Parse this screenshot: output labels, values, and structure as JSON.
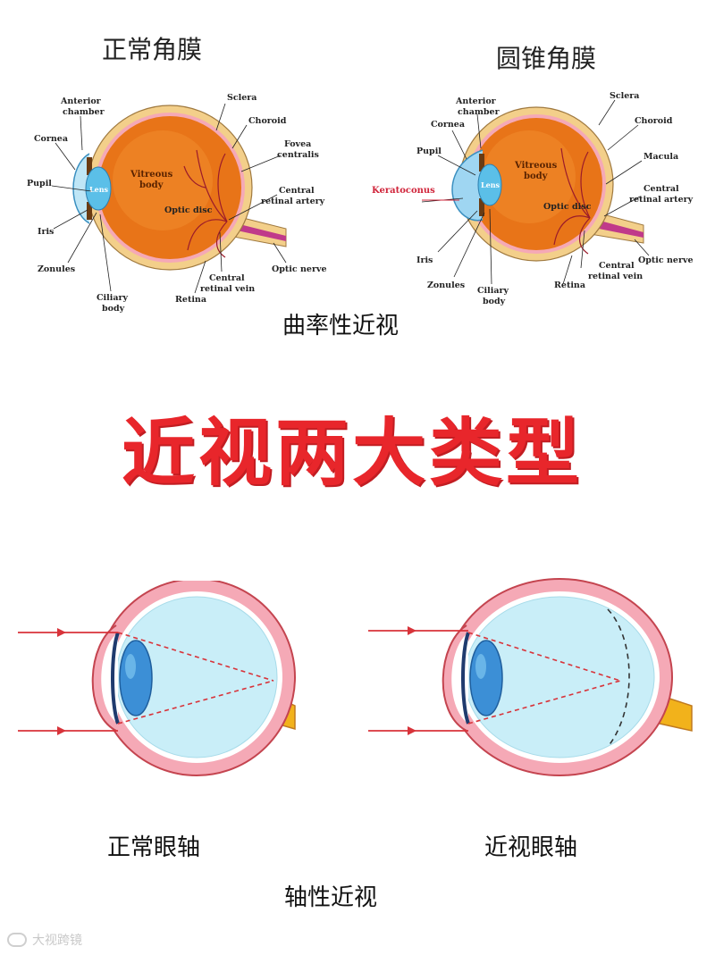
{
  "titles": {
    "normal_cornea": "正常角膜",
    "keratoconus_cornea": "圆锥角膜",
    "curvature_myopia": "曲率性近视",
    "main_title": "近视两大类型",
    "normal_axis": "正常眼轴",
    "myopic_axis": "近视眼轴",
    "axial_myopia": "轴性近视"
  },
  "eye_left": {
    "anterior_chamber_1": "Anterior",
    "anterior_chamber_2": "chamber",
    "cornea": "Cornea",
    "pupil": "Pupil",
    "iris": "Iris",
    "zonules": "Zonules",
    "ciliary_1": "Ciliary",
    "ciliary_2": "body",
    "lens": "Lens",
    "vitreous_1": "Vitreous",
    "vitreous_2": "body",
    "optic_disc": "Optic disc",
    "sclera": "Sclera",
    "choroid": "Choroid",
    "fovea_1": "Fovea",
    "fovea_2": "centralis",
    "artery_1": "Central",
    "artery_2": "retinal artery",
    "optic_nerve": "Optic nerve",
    "vein_1": "Central",
    "vein_2": "retinal vein",
    "retina": "Retina"
  },
  "eye_right": {
    "anterior_chamber_1": "Anterior",
    "anterior_chamber_2": "chamber",
    "cornea": "Cornea",
    "pupil": "Pupil",
    "keratoconus": "Keratoconus",
    "iris": "Iris",
    "zonules": "Zonules",
    "ciliary_1": "Ciliary",
    "ciliary_2": "body",
    "lens": "Lens",
    "vitreous_1": "Vitreous",
    "vitreous_2": "body",
    "optic_disc": "Optic disc",
    "sclera": "Sclera",
    "choroid": "Choroid",
    "macula": "Macula",
    "artery_1": "Central",
    "artery_2": "retinal artery",
    "optic_nerve": "Optic nerve",
    "vein_1": "Central",
    "vein_2": "retinal vein",
    "retina": "Retina"
  },
  "watermark": "大视跨镜",
  "colors": {
    "title_red": "#e8262b",
    "vitreous_orange": "#e87418",
    "sclera_tan": "#f3cf8a",
    "lens_blue": "#5bbfe8",
    "ray_red": "#d8333a",
    "eye_pink": "#f5a9b6",
    "nerve_yellow": "#f2b21b",
    "vitreous_cyan": "#c9eef8"
  }
}
